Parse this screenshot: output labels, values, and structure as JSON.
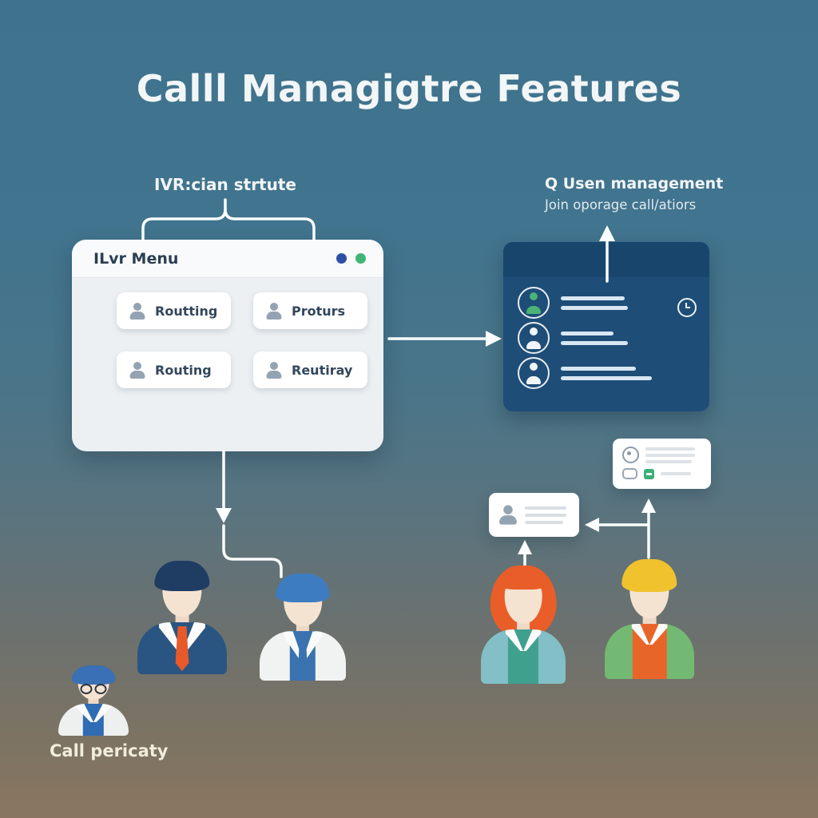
{
  "title": "Calll Managigtre Features",
  "ivr_section": {
    "label": "IVR:cian strtute",
    "window": {
      "title": "ILvr Menu",
      "controls": [
        "blue-dot",
        "green-dot"
      ],
      "buttons": [
        {
          "icon": "person-icon",
          "label": "Routting"
        },
        {
          "icon": "person-icon",
          "label": "Proturs"
        },
        {
          "icon": "person-icon",
          "label": "Routing"
        },
        {
          "icon": "person-icon",
          "label": "Reutiray"
        }
      ]
    }
  },
  "user_management_section": {
    "label": "Q Usen management",
    "sublabel": "Join oporage call/atiors",
    "panel": {
      "rows": [
        {
          "icon": "green-user-avatar",
          "placeholder_lines": 2
        },
        {
          "icon": "white-user-avatar",
          "placeholder_lines": 2
        },
        {
          "icon": "headset-user-avatar",
          "placeholder_lines": 2
        }
      ],
      "corner_icon": "clock-icon"
    }
  },
  "cards": {
    "contact_card": {
      "icon": "person-icon",
      "placeholder_lines": 3
    },
    "chat_card": {
      "icons": [
        "chat-avatar-icon",
        "speech-bubble-icon",
        "green-chat-badge"
      ],
      "placeholder_lines": 4
    }
  },
  "characters": [
    {
      "name": "agent-with-glasses",
      "hair": "#3a70b5",
      "coat": "#eef0ef",
      "inner": "#2f6cb3"
    },
    {
      "name": "businessman-orange-tie",
      "hair": "#1f3c63",
      "coat": "#2a5582",
      "tie": "#e8592a"
    },
    {
      "name": "assistant-blue-hair",
      "hair": "#3e7cc2",
      "coat": "#f1f2f2",
      "inner": "#3a73b0"
    },
    {
      "name": "woman-red-hair",
      "hair": "#e95d28",
      "coat": "#82bfc6",
      "inner": "#3fa08e"
    },
    {
      "name": "man-yellow-hair",
      "hair": "#f0c22e",
      "coat": "#74b973",
      "inner": "#e8652a"
    }
  ],
  "footer_label": "Call pericaty",
  "colors": {
    "background_top": "#3f738d",
    "background_bottom": "#8a7660",
    "panel_blue": "#1e4d78",
    "panel_header_blue": "#18456b",
    "window_bg": "#ecf0f3",
    "window_dot_blue": "#2c50a6",
    "window_dot_green": "#41b478",
    "avatar_green": "#4cb377",
    "accent_orange": "#e8592a",
    "arrow_white": "#fbfdfe"
  }
}
